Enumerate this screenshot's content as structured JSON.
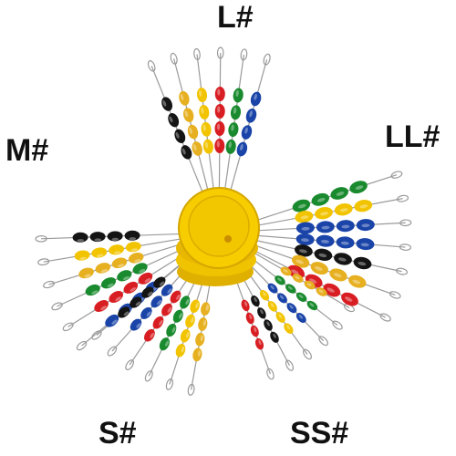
{
  "labels": {
    "l": "L#",
    "ll": "LL#",
    "m": "M#",
    "s": "S#",
    "ss": "SS#"
  },
  "colors": {
    "black": "#141414",
    "yellow": "#f2c400",
    "amber": "#e6b020",
    "red": "#d81e22",
    "green": "#1a8a2e",
    "blue": "#1a44a8",
    "spool": "#f5c800",
    "spool_shade": "#d9a800",
    "wire": "#9a9a9a",
    "label": "#111111"
  },
  "bead_groups": {
    "l": [
      "black",
      "amber",
      "yellow",
      "red",
      "green",
      "blue"
    ],
    "ll": [
      "green",
      "yellow",
      "blue",
      "blue",
      "black",
      "amber",
      "red"
    ],
    "m": [
      "black",
      "yellow",
      "amber",
      "green",
      "red",
      "blue"
    ],
    "s": [
      "black",
      "blue",
      "red",
      "green",
      "yellow",
      "amber"
    ],
    "ss": [
      "red",
      "black",
      "yellow",
      "blue",
      "green",
      "amber"
    ]
  },
  "image_description": "Yellow spool with rubber float stopper beads on wire loops in five sizes"
}
